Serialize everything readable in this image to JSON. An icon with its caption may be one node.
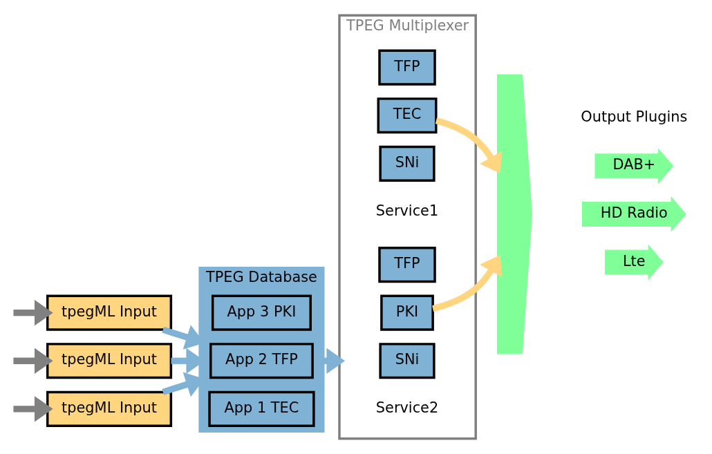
{
  "diagram": {
    "nodes": [
      {
        "text": [
          "tpegML Input"
        ]
      },
      {
        "text": [
          "tpegML Input"
        ]
      },
      {
        "text": [
          "tpegML Input"
        ]
      },
      {
        "text": [
          "TPEG Database"
        ]
      },
      {
        "text": [
          "App 1 TEC"
        ],
        "in": 3
      },
      {
        "text": [
          "App 2 TFP"
        ],
        "in": 3
      },
      {
        "text": [
          "App 3 PKI"
        ],
        "in": 3
      },
      {
        "text": [
          "TPEG Multiplexer"
        ]
      },
      {
        "text": [
          "SNi"
        ],
        "in": 7
      },
      {
        "text": [
          "TEC"
        ],
        "in": 7
      },
      {
        "text": [
          "TFP"
        ],
        "in": 7
      },
      {
        "text": [
          "SNi"
        ],
        "in": 7
      },
      {
        "text": [
          "PKI"
        ],
        "in": 7
      },
      {
        "text": [
          "TFP"
        ],
        "in": 7
      },
      {
        "text": [],
        "shape": "chevron"
      },
      {
        "text": [
          "DAB+"
        ]
      },
      {
        "text": [
          "HD Radio"
        ]
      },
      {
        "text": [
          "Lte"
        ]
      }
    ],
    "edges": [
      {
        "from": null,
        "to": 0,
        "arrow": "to",
        "color": "#808080"
      },
      {
        "from": null,
        "to": 1,
        "arrow": "to",
        "color": "#808080"
      },
      {
        "from": null,
        "to": 2,
        "arrow": "to",
        "color": "#808080"
      },
      {
        "from": 0,
        "to": 3,
        "arrow": "to"
      },
      {
        "from": 1,
        "to": 3,
        "arrow": "to"
      },
      {
        "from": 2,
        "to": 3,
        "arrow": "to"
      },
      {
        "from": 3,
        "to": 7,
        "arrow": "to"
      },
      {
        "from": 9,
        "to": 14,
        "arrow": "to",
        "color": "#ffd580"
      },
      {
        "from": 12,
        "to": 14,
        "arrow": "to",
        "color": "#ffd580"
      }
    ],
    "labels": [
      "Service1",
      "Service2",
      "Output Plugins"
    ]
  }
}
